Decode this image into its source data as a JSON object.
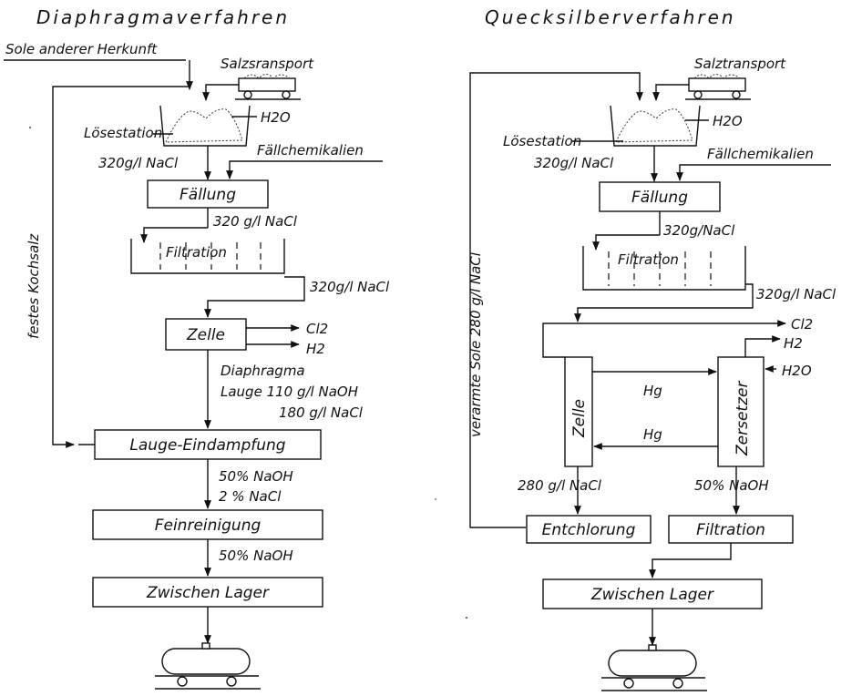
{
  "left": {
    "title": "Diaphragmaverfahren",
    "sole_other_source": "Sole anderer Herkunft",
    "salt_transport": "Salzsransport",
    "h2o": "H2O",
    "dissolving_station": "Lösestation",
    "conc_after_dissolving": "320g/l NaCl",
    "precipitation_chemicals": "Fällchemikalien",
    "precipitation": "Fällung",
    "conc_after_precipitation": "320 g/l NaCl",
    "filtration": "Filtration",
    "conc_after_filtration": "320g/l NaCl",
    "recycle_label": "festes Kochsalz",
    "cell": "Zelle",
    "cl2": "Cl2",
    "h2": "H2",
    "cell_outflow": [
      "Diaphragma",
      "Lauge 110 g/l NaOH",
      "180 g/l NaCl"
    ],
    "evaporation": "Lauge-Eindampfung",
    "after_evaporation": [
      "50% NaOH",
      "2 % NaCl"
    ],
    "fine_purification": "Feinreinigung",
    "after_fine_purification": "50% NaOH",
    "intermediate_storage": "Zwischen Lager"
  },
  "right": {
    "title": "Quecksilberverfahren",
    "salt_transport": "Salztransport",
    "h2o": "H2O",
    "dissolving_station": "Lösestation",
    "conc_after_dissolving": "320g/l NaCl",
    "precipitation_chemicals": "Fällchemikalien",
    "precipitation": "Fällung",
    "conc_after_precipitation": "320g/NaCl",
    "filtration": "Filtration",
    "conc_after_filtration": "320g/l NaCl",
    "recycle_label": "verarmte Sole 280 g/l NaCl",
    "cl2": "Cl2",
    "h2": "H2",
    "h2o_decomposer": "H2O",
    "cell": "Zelle",
    "decomposer": "Zersetzer",
    "hg_forward": "Hg",
    "hg_return": "Hg",
    "cell_outflow": "280 g/l NaCl",
    "decomposer_outflow": "50% NaOH",
    "dechlorination": "Entchlorung",
    "final_filtration": "Filtration",
    "intermediate_storage": "Zwischen Lager"
  }
}
